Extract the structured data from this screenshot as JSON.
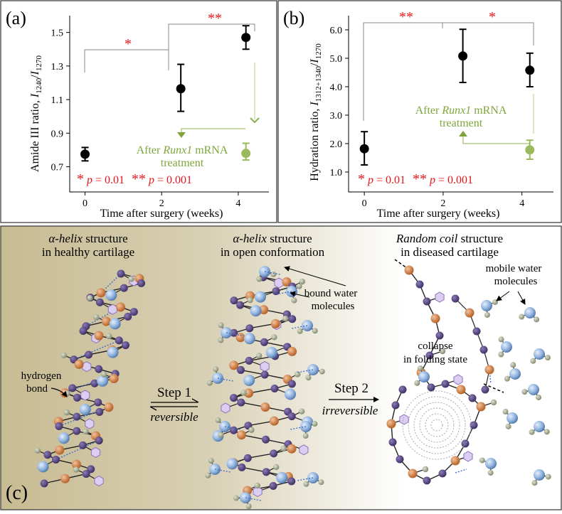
{
  "panel_a": {
    "label": "(a)",
    "ylabel_main": "Amide III ratio, ",
    "ylabel_i1": "I",
    "ylabel_s1": "1240",
    "ylabel_slash": "/",
    "ylabel_i2": "I",
    "ylabel_s2": "1270",
    "xlabel": "Time after surgery (weeks)",
    "sig_star1": "*",
    "sig_star2": "**",
    "treatment_line1_pre": "After ",
    "treatment_italic": "Runx1",
    "treatment_line1_post": " mRNA",
    "treatment_line2": "treatment",
    "p_star1": "*",
    "p_text1": "p",
    "p_val1": " = 0.01",
    "p_star2": "**",
    "p_text2": "p",
    "p_val2": " = 0.001"
  },
  "panel_b": {
    "label": "(b)",
    "ylabel_main": "Hydration ratio, ",
    "ylabel_i1": "I",
    "ylabel_s1": "1312+1340",
    "ylabel_slash": "/",
    "ylabel_i2": "I",
    "ylabel_s2": "1270",
    "xlabel": "Time after surgery (weeks)",
    "sig_star1": "**",
    "sig_star2": "*",
    "treatment_line1_pre": "After ",
    "treatment_italic": "Runx1",
    "treatment_line1_post": " mRNA",
    "treatment_line2": "treatment",
    "p_star1": "*",
    "p_text1": "p",
    "p_val1": " = 0.01",
    "p_star2": "**",
    "p_text2": "p",
    "p_val2": " = 0.001"
  },
  "chart_data": [
    {
      "type": "scatter",
      "x_ticks": [
        0,
        2,
        4
      ],
      "y_ticks": [
        "0.7",
        "0.9",
        "1.1",
        "1.3",
        "1.5"
      ],
      "ylim": [
        0.55,
        1.6
      ],
      "xlim": [
        -0.4,
        4.8
      ],
      "series": [
        {
          "color": "#000000",
          "points": [
            {
              "x": 0,
              "y": 0.775,
              "lo": 0.735,
              "hi": 0.815
            },
            {
              "x": 2.5,
              "y": 1.165,
              "lo": 1.03,
              "hi": 1.31
            },
            {
              "x": 4.2,
              "y": 1.47,
              "lo": 1.4,
              "hi": 1.54
            }
          ]
        },
        {
          "color": "#9bba5e",
          "points": [
            {
              "x": 4.2,
              "y": 0.78,
              "lo": 0.74,
              "hi": 0.84
            }
          ]
        }
      ]
    },
    {
      "type": "scatter",
      "x_ticks": [
        0,
        2,
        4
      ],
      "y_ticks": [
        "1.0",
        "2.0",
        "3.0",
        "4.0",
        "5.0",
        "6.0"
      ],
      "ylim": [
        0.3,
        6.5
      ],
      "xlim": [
        -0.4,
        4.8
      ],
      "series": [
        {
          "color": "#000000",
          "points": [
            {
              "x": 0,
              "y": 1.82,
              "lo": 1.25,
              "hi": 2.42
            },
            {
              "x": 2.5,
              "y": 5.08,
              "lo": 4.15,
              "hi": 6.02
            },
            {
              "x": 4.2,
              "y": 4.58,
              "lo": 4.0,
              "hi": 5.18
            }
          ]
        },
        {
          "color": "#9bba5e",
          "points": [
            {
              "x": 4.2,
              "y": 1.78,
              "lo": 1.45,
              "hi": 2.12
            }
          ]
        }
      ]
    }
  ],
  "panel_c": {
    "label": "(c)",
    "title1_italic": "α-helix",
    "title1_rest": " structure",
    "title1_line2": "in healthy cartilage",
    "title2_italic": "α-helix",
    "title2_rest": " structure",
    "title2_line2": "in open conformation",
    "title3_italic": "Random coil",
    "title3_rest": " structure",
    "title3_line2": "in diseased cartilage",
    "hydrogen_line1": "hydrogen",
    "hydrogen_line2": "bond",
    "step1": "Step 1",
    "step1_sub": "reversible",
    "step2": "Step 2",
    "step2_sub": "irreversible",
    "bound_line1": "bound water",
    "bound_line2": "molecules",
    "mobile_line1": "mobile water",
    "mobile_line2": "molecules",
    "collapse_line1": "collapse",
    "collapse_line2": "in folding state"
  },
  "colors": {
    "significance": "#e8141b",
    "treatment": "#8db04b",
    "backbone_purple": "#4e3d78",
    "backbone_orange": "#c8692a",
    "water_blue": "#8fb2dd",
    "hexagon": "#d8c8ee",
    "panel_bg_left": "#cbbf98"
  }
}
